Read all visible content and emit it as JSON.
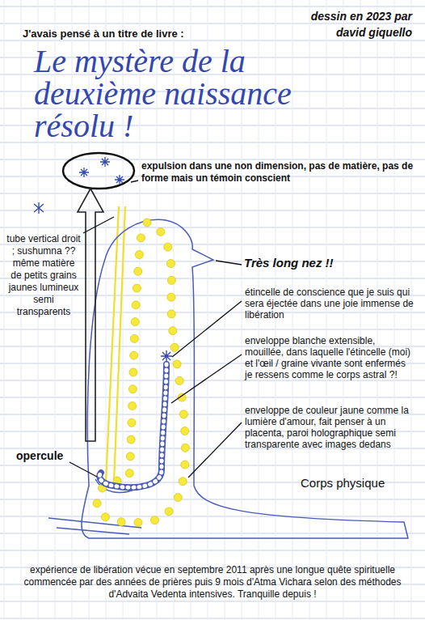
{
  "diagram": {
    "labels": [
      "dessin en 2023 par david giquello",
      "J'avais pensé à un titre de livre :",
      "Le mystère de la deuxième naissance résolu !",
      "expulsion dans une non dimension, pas de matière, pas de forme mais un témoin conscient",
      "tube vertical droit ; sushumna ?? même matière de petits grains jaunes lumineux semi transparents",
      "Très long nez !!",
      "étincelle de conscience que je suis qui sera éjectée dans une joie immense de libération",
      "enveloppe blanche extensible, mouillée, dans laquelle l'étincelle (moi) et l'œil / graine vivante sont enfermés je ressens comme le corps astral ?!",
      "enveloppe de couleur jaune comme la lumière d'amour, fait penser à un placenta, paroi holographique semi transparente avec images dedans",
      "opercule",
      "Corps physique",
      "expérience de libération vécue en septembre 2011 après une longue quête spirituelle commencée par des années de prières puis 9 mois d'Atma Vichara selon des méthodes d'Advaita Vedenta intensives. Tranquille depuis !"
    ]
  }
}
